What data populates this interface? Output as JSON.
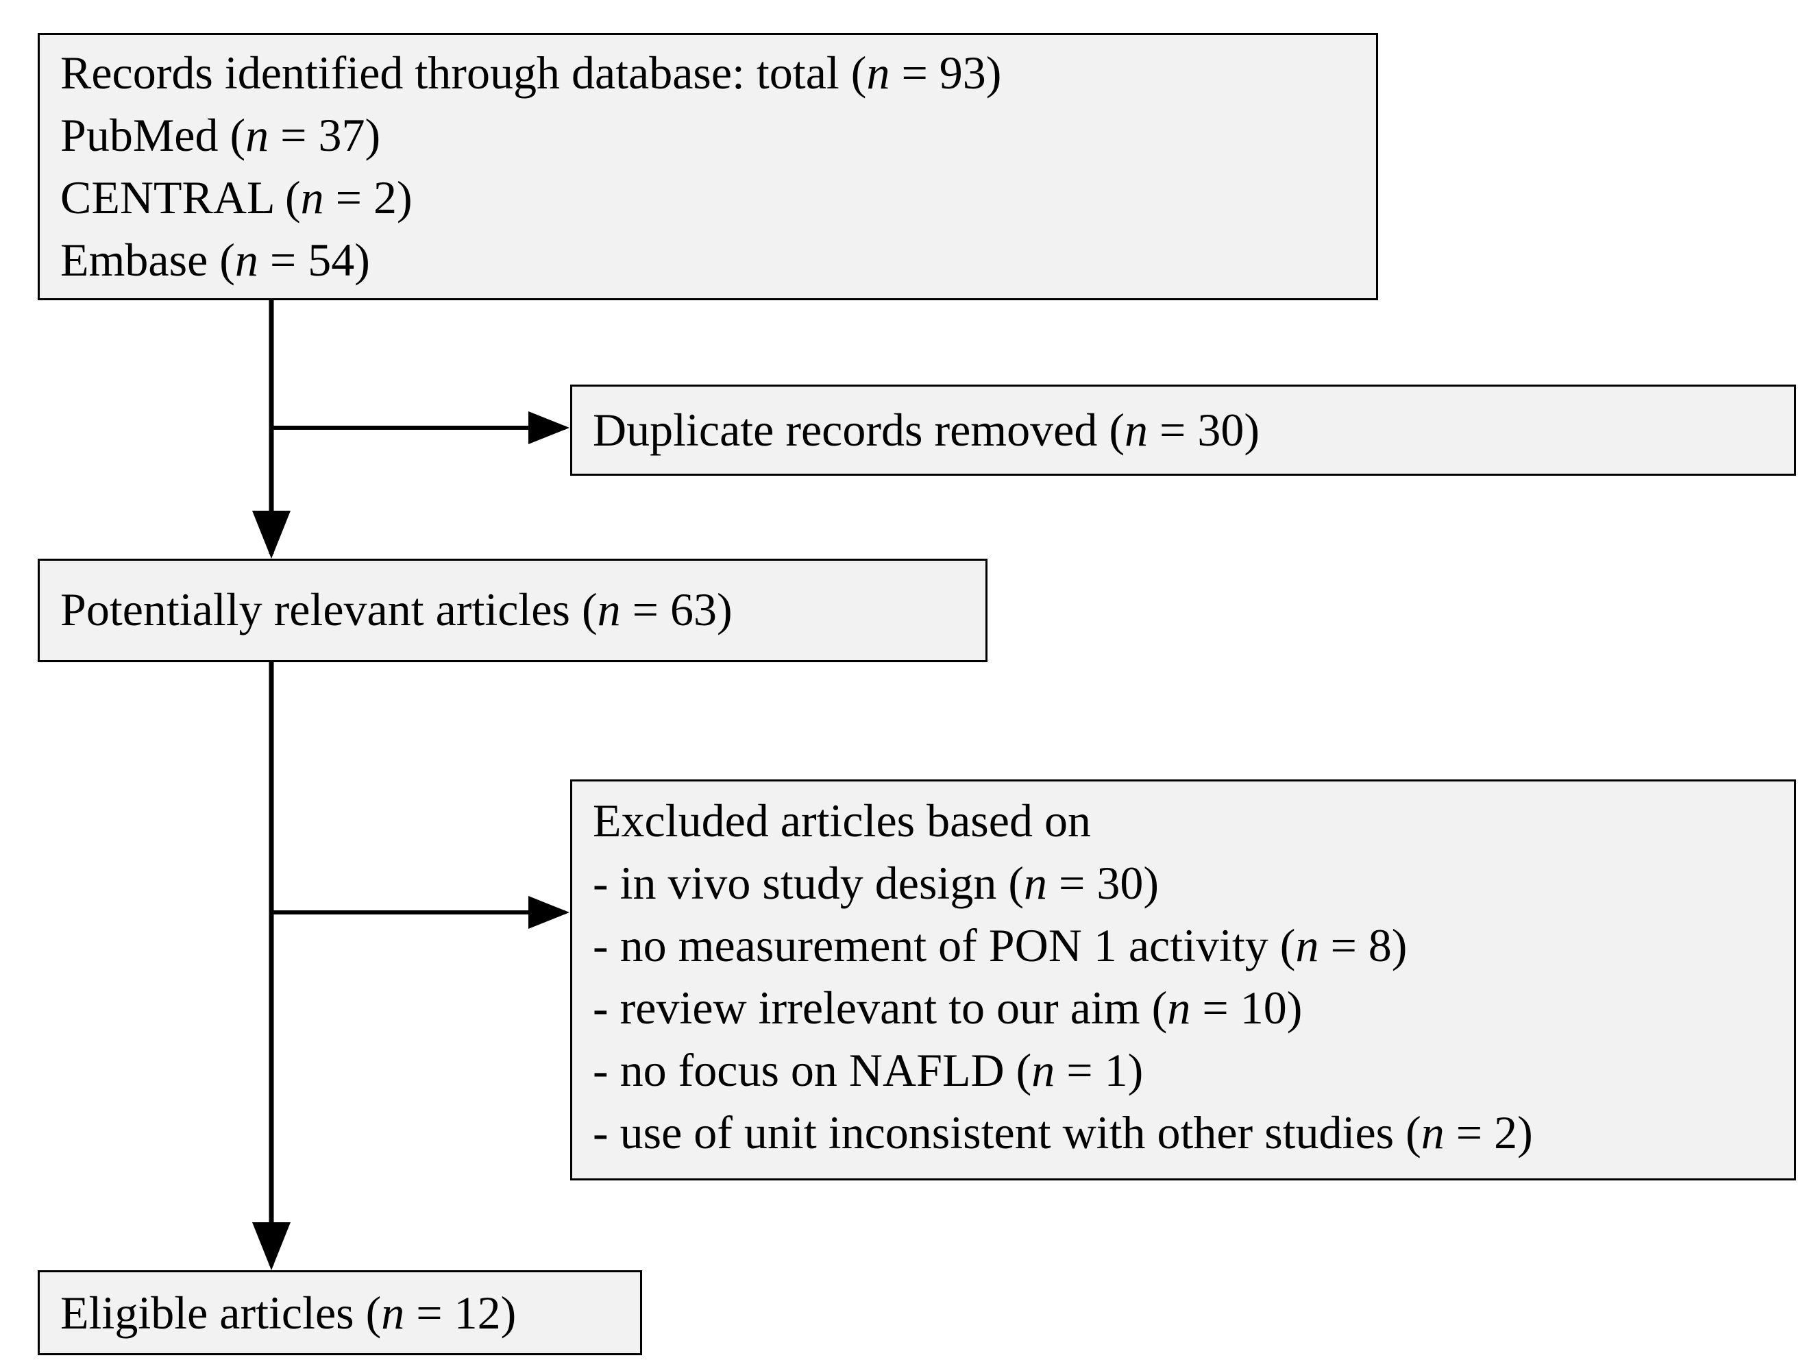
{
  "boxes": {
    "records": {
      "title": "Records identified through database: total",
      "total": "93",
      "sources": [
        {
          "label": "PubMed",
          "count": "37"
        },
        {
          "label": "CENTRAL",
          "count": "2"
        },
        {
          "label": "Embase",
          "count": "54"
        }
      ]
    },
    "duplicates": {
      "label": "Duplicate records removed",
      "count": "30"
    },
    "relevant": {
      "label": "Potentially relevant articles",
      "count": "63"
    },
    "excluded": {
      "title": "Excluded articles based on",
      "reasons": [
        {
          "label": "- in vivo study design",
          "count": "30"
        },
        {
          "label": "- no measurement of PON 1 activity",
          "count": "8"
        },
        {
          "label": "- review irrelevant to our aim",
          "count": "10"
        },
        {
          "label": "- no focus on NAFLD",
          "count": "1"
        },
        {
          "label": "- use of unit inconsistent with other studies",
          "count": "2"
        }
      ]
    },
    "eligible": {
      "label": "Eligible articles",
      "count": "12"
    }
  },
  "notation": {
    "n_symbol": "n",
    "equals": " = "
  },
  "colors": {
    "box_fill": "#f2f2f2",
    "box_border": "#000000",
    "connector": "#000000"
  }
}
